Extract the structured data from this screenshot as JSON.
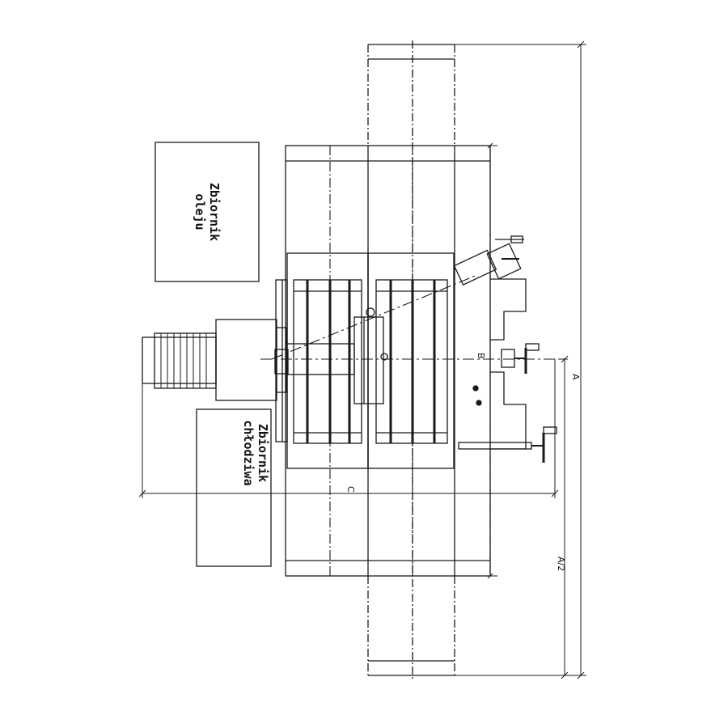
{
  "labels": {
    "oil_tank_line1": "Zbiornik",
    "oil_tank_line2": "oleju",
    "coolant_tank_line1": "Zbiornik",
    "coolant_tank_line2": "chłodziwa"
  },
  "dimensions": {
    "a": "A",
    "a_half": "A/2",
    "b": "B",
    "c": "C"
  }
}
